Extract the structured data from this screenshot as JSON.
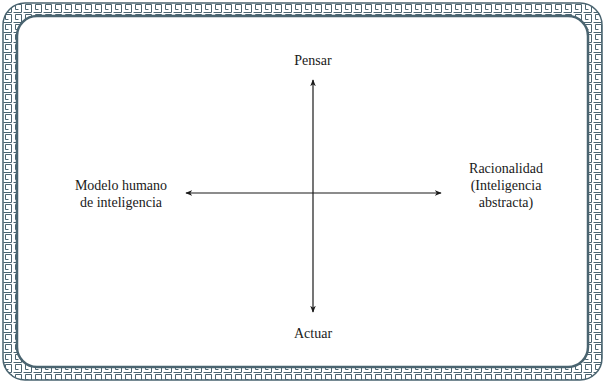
{
  "diagram": {
    "labels": [
      "Pensar",
      "Modelo humano de inteligencia",
      "Racionalidad (Inteligencia abstracta)",
      "Actuar"
    ]
  }
}
